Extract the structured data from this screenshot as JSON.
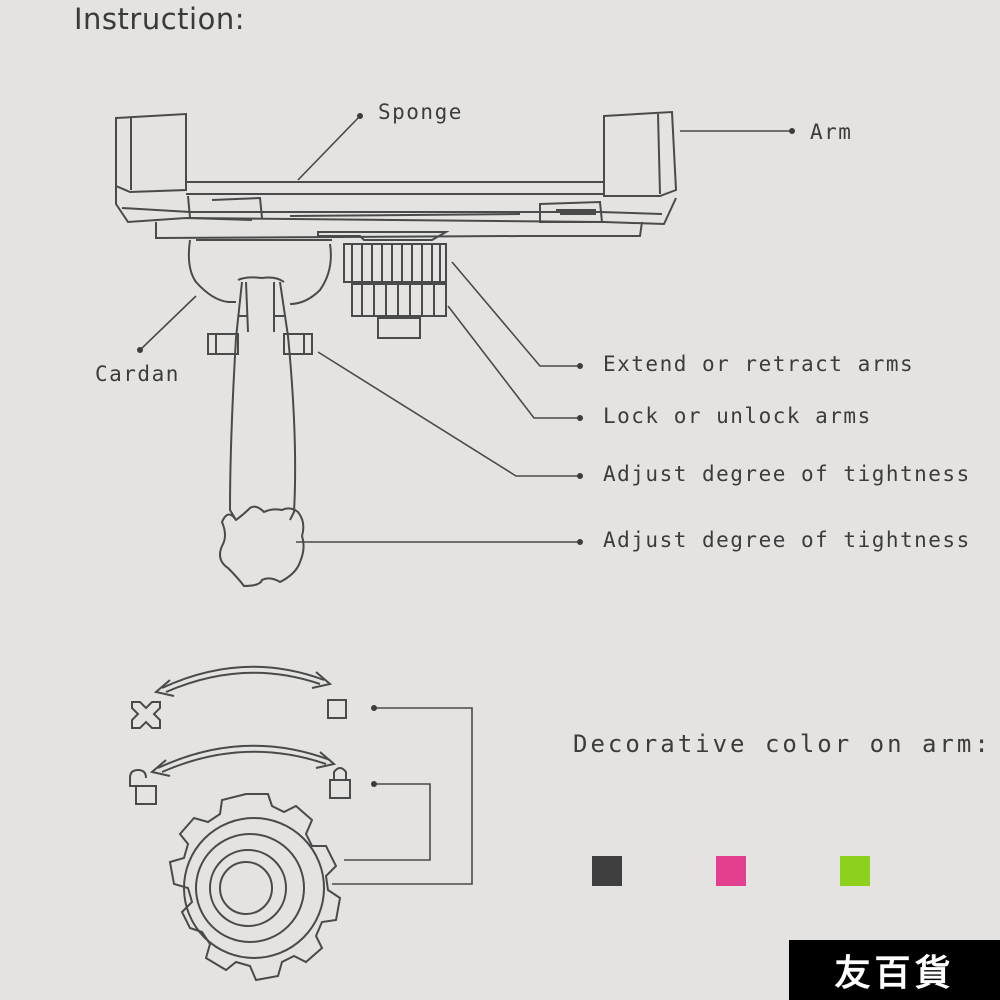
{
  "title": "Instruction:",
  "labels": {
    "sponge": "Sponge",
    "arm": "Arm",
    "cardan": "Cardan",
    "extend": "Extend or retract arms",
    "lock": "Lock or unlock arms",
    "tight1": "Adjust degree of tightness",
    "tight2": "Adjust degree of tightness"
  },
  "decorative": {
    "title": "Decorative color on arm:",
    "colors": [
      {
        "name": "black",
        "hex": "#3f3f3f"
      },
      {
        "name": "pink",
        "hex": "#e23f8f"
      },
      {
        "name": "lime",
        "hex": "#8ed11c"
      }
    ]
  },
  "icons": [
    "cross-icon",
    "square-icon",
    "unlock-icon",
    "lock-icon",
    "gear-knob-icon"
  ],
  "brand": "友百貨"
}
